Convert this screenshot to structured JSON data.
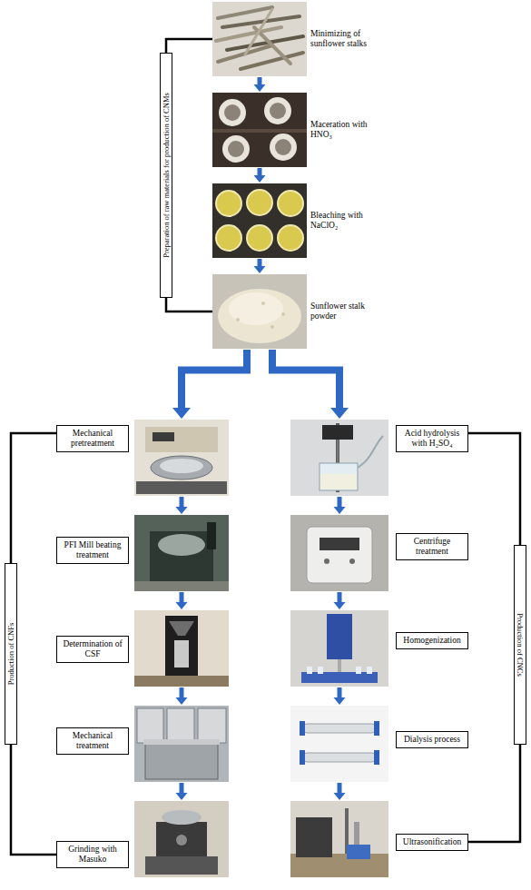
{
  "diagram": {
    "nodes": [
      {
        "text": [
          "Preparation of raw materials for production of CNMs"
        ]
      },
      {
        "text": [
          "Minimizing of sunflower stalks"
        ]
      },
      {
        "text": [
          "Maceration with HNO₃"
        ]
      },
      {
        "text": [
          "Bleaching with NaClO₂"
        ]
      },
      {
        "text": [
          "Sunflower stalk powder"
        ]
      },
      {
        "text": [
          "Production of CNFs"
        ]
      },
      {
        "text": [
          "Mechanical pretreatment"
        ]
      },
      {
        "text": [
          "PFI Mill beating treatment"
        ]
      },
      {
        "text": [
          "Determination of CSF"
        ]
      },
      {
        "text": [
          "Mechanical treatment"
        ]
      },
      {
        "text": [
          "Grinding with Masuko"
        ]
      },
      {
        "text": [
          "Production of CNCs"
        ]
      },
      {
        "text": [
          "Acid hydrolysis with H₂SO₄"
        ]
      },
      {
        "text": [
          "Centrifuge treatment"
        ]
      },
      {
        "text": [
          "Homogenization"
        ]
      },
      {
        "text": [
          "Dialysis process"
        ]
      },
      {
        "text": [
          "Ultrasonification"
        ]
      }
    ],
    "edges": [
      {
        "from": 1,
        "to": 2,
        "arrow": "to"
      },
      {
        "from": 2,
        "to": 3,
        "arrow": "to"
      },
      {
        "from": 3,
        "to": 4,
        "arrow": "to"
      },
      {
        "from": 4,
        "to": 6,
        "arrow": "to"
      },
      {
        "from": 4,
        "to": 12,
        "arrow": "to"
      },
      {
        "from": 6,
        "to": 7,
        "arrow": "to"
      },
      {
        "from": 7,
        "to": 8,
        "arrow": "to"
      },
      {
        "from": 8,
        "to": 9,
        "arrow": "to"
      },
      {
        "from": 9,
        "to": 10,
        "arrow": "to"
      },
      {
        "from": 12,
        "to": 13,
        "arrow": "to"
      },
      {
        "from": 13,
        "to": 14,
        "arrow": "to"
      },
      {
        "from": 14,
        "to": 15,
        "arrow": "to"
      },
      {
        "from": 15,
        "to": 16,
        "arrow": "to"
      }
    ]
  }
}
